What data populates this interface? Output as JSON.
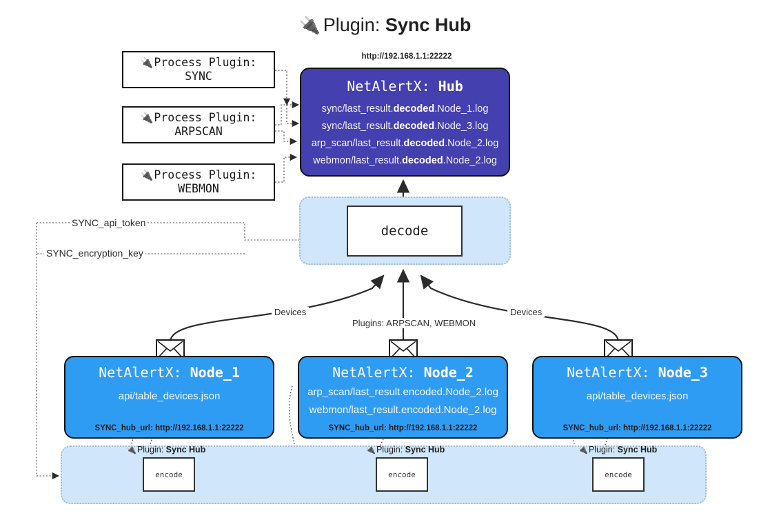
{
  "title": {
    "icon": "plug-icon",
    "prefix": "Plugin:",
    "name": "Sync Hub"
  },
  "process_plugins": [
    {
      "icon": "plug-icon",
      "label": "Process Plugin:",
      "plugin": "SYNC"
    },
    {
      "icon": "plug-icon",
      "label": "Process Plugin:",
      "plugin": "ARPSCAN"
    },
    {
      "icon": "plug-icon",
      "label": "Process Plugin:",
      "plugin": "WEBMON"
    }
  ],
  "hub": {
    "url": "http://192.168.1.1:22222",
    "app": "NetAlertX:",
    "name": "Hub",
    "logs": [
      {
        "pre": "sync/last_result.",
        "em": "decoded",
        "post": ".Node_1.log"
      },
      {
        "pre": "sync/last_result.",
        "em": "decoded",
        "post": ".Node_3.log"
      },
      {
        "pre": "arp_scan/last_result.",
        "em": "decoded",
        "post": ".Node_2.log"
      },
      {
        "pre": "webmon/last_result.",
        "em": "decoded",
        "post": ".Node_2.log"
      }
    ]
  },
  "decode": {
    "label": "decode"
  },
  "settings": {
    "api_token": "SYNC_api_token",
    "encryption_key": "SYNC_encryption_key"
  },
  "edge_labels": {
    "devices_left": "Devices",
    "devices_right": "Devices",
    "plugins_center": "Plugins: ARPSCAN, WEBMON"
  },
  "nodes": [
    {
      "app": "NetAlertX:",
      "name": "Node_1",
      "lines": [
        "api/table_devices.json"
      ],
      "hub_url": "SYNC_hub_url: http://192.168.1.1:22222",
      "envelope": "envelope-icon"
    },
    {
      "app": "NetAlertX:",
      "name": "Node_2",
      "lines": [
        "arp_scan/last_result.encoded.Node_2.log",
        "webmon/last_result.encoded.Node_2.log"
      ],
      "hub_url": "SYNC_hub_url: http://192.168.1.1:22222",
      "envelope": "envelope-icon"
    },
    {
      "app": "NetAlertX:",
      "name": "Node_3",
      "lines": [
        "api/table_devices.json"
      ],
      "hub_url": "SYNC_hub_url: http://192.168.1.1:22222",
      "envelope": "envelope-icon"
    }
  ],
  "encode_band": {
    "items": [
      {
        "icon": "plug-icon",
        "prefix": "Plugin:",
        "name": "Sync Hub",
        "box": "encode"
      },
      {
        "icon": "plug-icon",
        "prefix": "Plugin:",
        "name": "Sync Hub",
        "box": "encode"
      },
      {
        "icon": "plug-icon",
        "prefix": "Plugin:",
        "name": "Sync Hub",
        "box": "encode"
      }
    ]
  },
  "colors": {
    "hub": "#4440b0",
    "node": "#2f9cf4",
    "band": "#d0e6fa",
    "band_border": "#9fb9cf",
    "stroke": "#101010",
    "background": "#ffffff"
  }
}
